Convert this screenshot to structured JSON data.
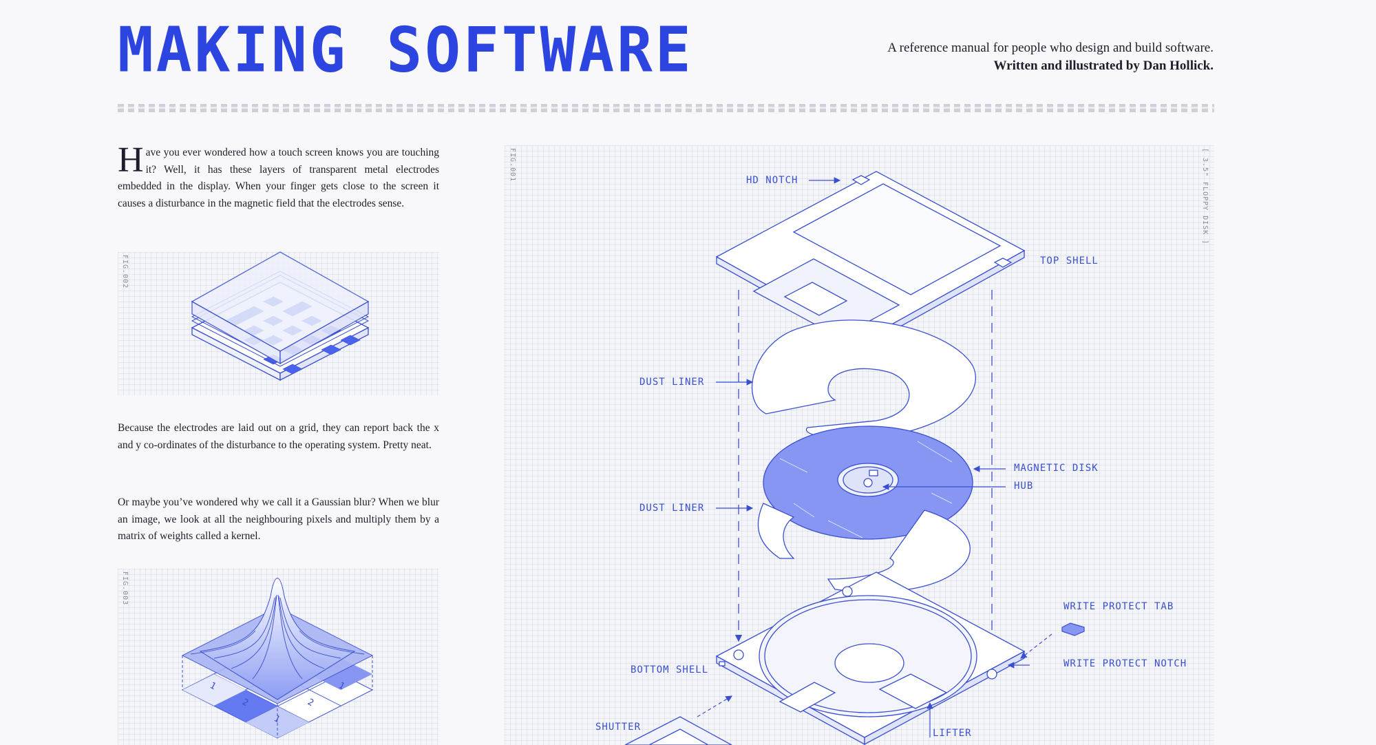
{
  "header": {
    "title": "MAKING SOFTWARE",
    "tagline_line1": "A reference manual for people who design and build software.",
    "tagline_line2": "Written and illustrated by Dan Hollick."
  },
  "paragraphs": {
    "p1_dropcap": "H",
    "p1_rest": "ave you ever wondered how a touch screen knows you are touching it? Well, it has these layers of transparent metal electrodes embedded in the display. When your finger gets close to the screen it causes a disturbance in the magnetic field that the electrodes sense.",
    "p2": "Because the electrodes are laid out on a grid, they can report back the x and y co-ordinates of the disturbance to the operating system. Pretty neat.",
    "p3": "Or maybe you’ve wondered why we call it a Gaussian blur? When we blur an image, we look at all the neighbouring pixels and multiply them by a matrix of weights called a kernel."
  },
  "figures": {
    "fig1_label": "FIG.001",
    "fig1_caption": "[ 3.5\" FLOPPY DISK ]",
    "fig2_label": "FIG.002",
    "fig3_label": "FIG.003",
    "kernel_values": [
      "1",
      "2",
      "1",
      "2"
    ]
  },
  "callouts": {
    "hd_notch": "HD NOTCH",
    "top_shell": "TOP SHELL",
    "dust_liner_1": "DUST LINER",
    "magnetic_disk": "MAGNETIC DISK",
    "hub": "HUB",
    "dust_liner_2": "DUST LINER",
    "write_protect_tab": "WRITE PROTECT TAB",
    "write_protect_notch": "WRITE PROTECT NOTCH",
    "bottom_shell": "BOTTOM SHELL",
    "shutter": "SHUTTER",
    "lifter": "LIFTER"
  },
  "colors": {
    "accent": "#2c45e0",
    "fill_blue": "#8696f2",
    "checker_blue": "#4a63ee",
    "text": "#1d1d2b"
  }
}
